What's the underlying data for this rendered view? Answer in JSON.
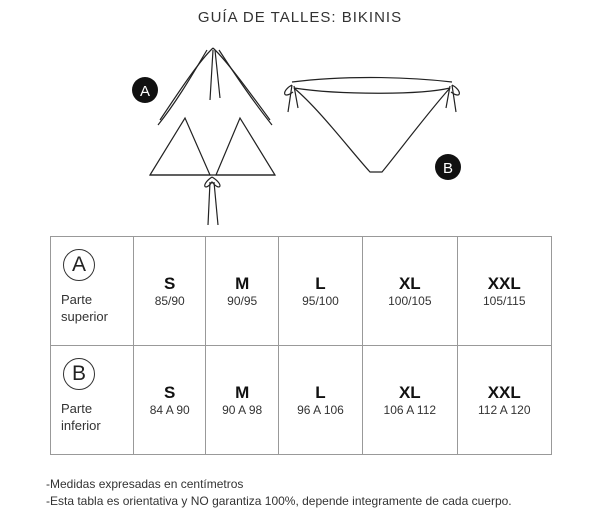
{
  "title": "GUÍA DE TALLES: BIKINIS",
  "markers": {
    "a": "A",
    "b": "B"
  },
  "rows": [
    {
      "marker": "A",
      "label1": "Parte",
      "label2": "superior",
      "sizes": [
        {
          "size": "S",
          "measure": "85/90"
        },
        {
          "size": "M",
          "measure": "90/95"
        },
        {
          "size": "L",
          "measure": "95/100"
        },
        {
          "size": "XL",
          "measure": "100/105"
        },
        {
          "size": "XXL",
          "measure": "105/115"
        }
      ]
    },
    {
      "marker": "B",
      "label1": "Parte",
      "label2": "inferior",
      "sizes": [
        {
          "size": "S",
          "measure": "84 A 90"
        },
        {
          "size": "M",
          "measure": "90 A 98"
        },
        {
          "size": "L",
          "measure": "96 A 106"
        },
        {
          "size": "XL",
          "measure": "106 A 112"
        },
        {
          "size": "XXL",
          "measure": "112 A 120"
        }
      ]
    }
  ],
  "notes": [
    "-Medidas expresadas en centímetros",
    "-Esta tabla es orientativa y NO garantiza 100%, depende integramente de cada cuerpo."
  ]
}
